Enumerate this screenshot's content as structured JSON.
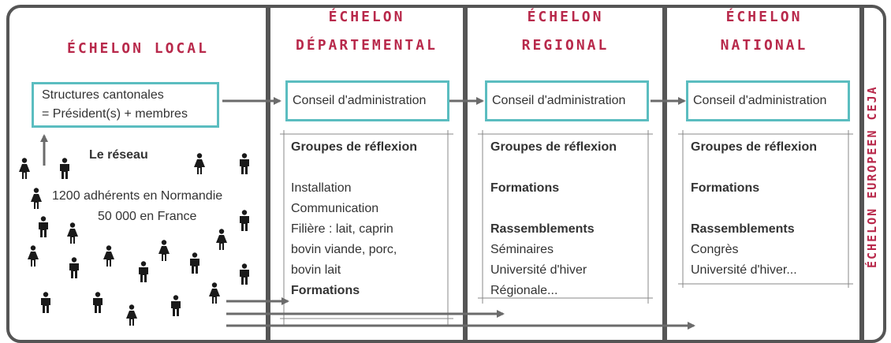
{
  "columns": {
    "local": {
      "title": "ÉCHELON LOCAL"
    },
    "departemental": {
      "title_line1": "ÉCHELON",
      "title_line2": "DÉPARTEMENTAL"
    },
    "regional": {
      "title_line1": "ÉCHELON",
      "title_line2": "REGIONAL"
    },
    "national": {
      "title_line1": "ÉCHELON",
      "title_line2": "NATIONAL"
    },
    "europeen": {
      "title": "ÉCHELON EUROPEEN CEJA"
    }
  },
  "local": {
    "structures_line1": "Structures cantonales",
    "structures_line2": "= Président(s) + membres",
    "reseau_title": "Le réseau",
    "reseau_line1": "1200 adhérents en Normandie",
    "reseau_line2": "50 000 en France"
  },
  "departemental": {
    "conseil": "Conseil d'administration",
    "groupes": "Groupes de réflexion",
    "items": [
      "Installation",
      "Communication",
      "Filière : lait, caprin",
      "bovin viande, porc,",
      "bovin lait"
    ],
    "formations": "Formations"
  },
  "regional": {
    "conseil": "Conseil d'administration",
    "groupes": "Groupes de réflexion",
    "formations": "Formations",
    "rassemblements": "Rassemblements",
    "items": [
      "Séminaires",
      "Université d'hiver",
      "Régionale..."
    ]
  },
  "national": {
    "conseil": "Conseil d'administration",
    "groupes": "Groupes de réflexion",
    "formations": "Formations",
    "rassemblements": "Rassemblements",
    "items": [
      "Congrès",
      "Université d'hiver..."
    ]
  },
  "colors": {
    "accent": "#b8294b",
    "box_border": "#5bbdc0",
    "frame": "#555555",
    "people": "#1a1a1a"
  },
  "icons": [
    "person-female-icon",
    "person-male-icon"
  ]
}
